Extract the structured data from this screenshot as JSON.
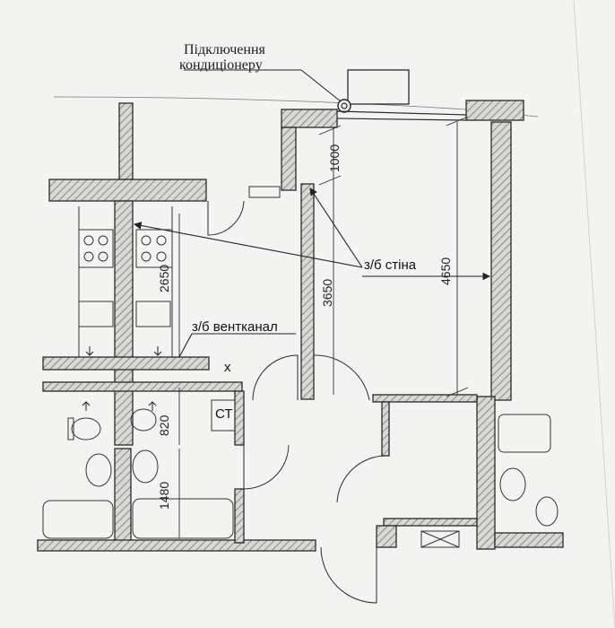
{
  "annotations": {
    "ac_line1": "Підключення",
    "ac_line2": "кондиціонеру",
    "rc_wall": "з/б стіна",
    "vent_duct": "з/б вентканал",
    "cabinet": "СТ",
    "cross_mark": "x"
  },
  "dimensions": {
    "d1000": "1000",
    "d4650": "4650",
    "d3650": "3650",
    "d2650": "2650",
    "d820": "820",
    "d1480": "1480"
  },
  "colors": {
    "paper": "#f3f3f1",
    "ink": "#2a2a2a",
    "hatch": "#555555"
  }
}
